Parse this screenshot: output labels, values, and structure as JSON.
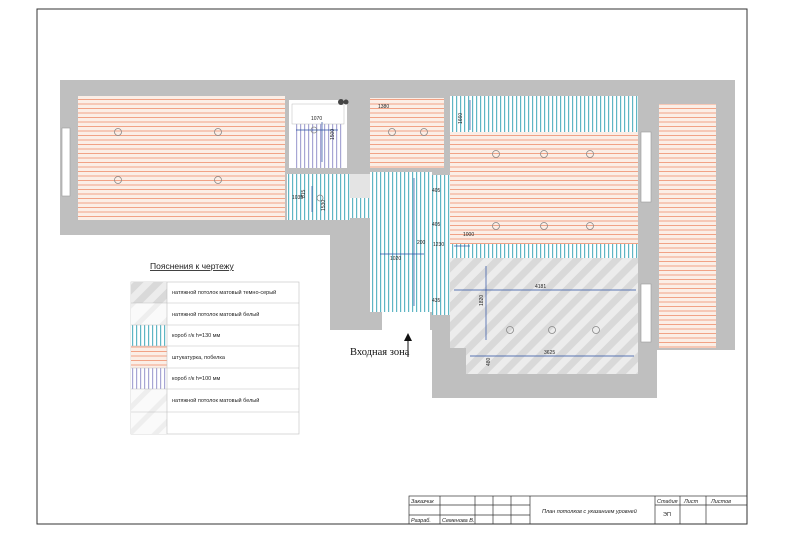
{
  "drawing": {
    "legend": {
      "title": "Пояснения к чертежу",
      "items": [
        {
          "label": "натяжной потолок матовый темно-серый"
        },
        {
          "label": "натяжной потолок матовый белый"
        },
        {
          "label": "короб г/к h=130 мм"
        },
        {
          "label": "штукатурка, побелка"
        },
        {
          "label": "короб г/к h=100 мм"
        },
        {
          "label": "натяжной потолок матовый белый"
        },
        {
          "label": ""
        }
      ]
    },
    "entrance_label": "Входная зона",
    "dimensions": [
      "1070",
      "1500",
      "815",
      "1035",
      "1530",
      "1020",
      "405",
      "200",
      "405",
      "435",
      "4181",
      "1820",
      "3625",
      "1660",
      "1380",
      "480",
      "1230",
      "1000"
    ],
    "title_block": {
      "customer_label": "Заказчик",
      "developer_label": "Разраб.",
      "developer_name": "Семенова В.",
      "sheet_title": "План потолков с указанием уровней",
      "stage_header": "Стадия",
      "sheet_header": "Лист",
      "sheets_header": "Листов",
      "stage_value": "ЭП"
    }
  }
}
